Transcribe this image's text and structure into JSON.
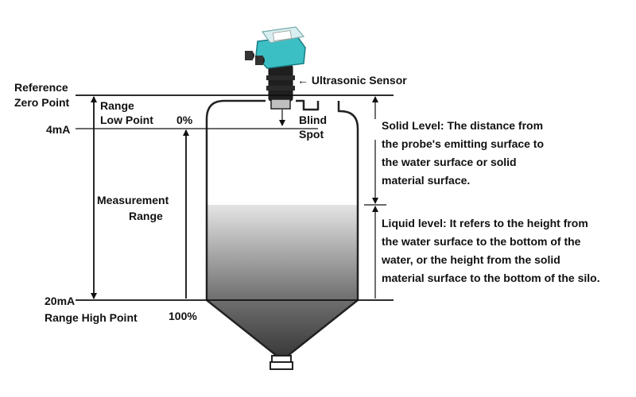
{
  "labels": {
    "reference_line1": "Reference",
    "reference_line2": "Zero Point",
    "range_low_line1": "Range",
    "range_low_line2": "Low Point",
    "zero_percent": "0%",
    "four_ma": "4mA",
    "twenty_ma": "20mA",
    "range_high": "Range High Point",
    "hundred_percent": "100%",
    "measurement_line1": "Measurement",
    "measurement_line2": "Range",
    "blind_line1": "Blind",
    "blind_line2": "Spot",
    "sensor": "← Ultrasonic Sensor"
  },
  "solid_level": {
    "line1": "Solid Level: The distance from",
    "line2": "the probe's emitting surface to",
    "line3": "the water surface or solid",
    "line4": "material surface."
  },
  "liquid_level": {
    "line1": "Liquid level: It refers to the height from",
    "line2": "the water surface to the bottom of the",
    "line3": "water, or the height from the solid",
    "line4": "material surface to the bottom of the silo."
  },
  "colors": {
    "sensor_body": "#3bbfc4",
    "sensor_neck": "#1b1b1b",
    "liquid_top": "#e4e4e4",
    "liquid_bottom": "#6e6e6e"
  }
}
